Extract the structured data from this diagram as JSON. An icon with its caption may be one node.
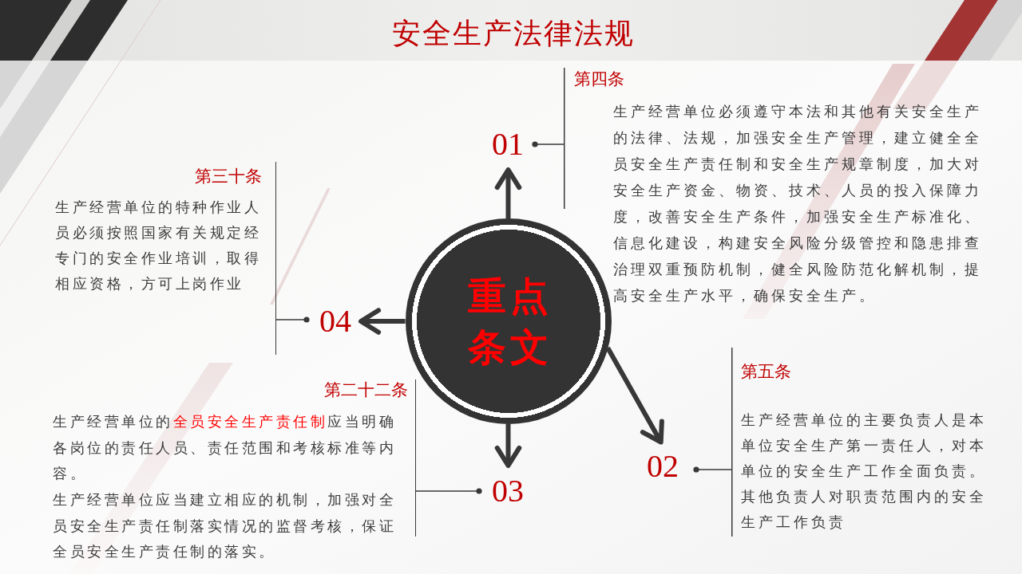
{
  "diagram": {
    "title": "安全生产法律法规",
    "nodes": [
      {
        "text": [
          "重点条文"
        ]
      },
      {
        "text": [
          "01"
        ]
      },
      {
        "text": [
          "02"
        ]
      },
      {
        "text": [
          "03"
        ]
      },
      {
        "text": [
          "04"
        ]
      },
      {
        "text": [
          "第四条",
          "生产经营单位必须遵守本法和其他有关安全生产的法律、法规，加强安全生产管理，建立健全全员安全生产责任制和安全生产规章制度，加大对安全生产资金、物资、技术、人员的投入保障力度，改善安全生产条件，加强安全生产标准化、信息化建设，构建安全风险分级管控和隐患排查治理双重预防机制，健全风险防范化解机制，提高安全生产水平，确保安全生产。"
        ]
      },
      {
        "text": [
          "第五条",
          "生产经营单位的主要负责人是本单位安全生产第一责任人，对本单位的安全生产工作全面负责。其他负责人对职责范围内的安全生产工作负责"
        ]
      },
      {
        "text": [
          "第二十二条",
          "生产经营单位的**全员安全生产责任制**应当明确各岗位的责任人员、责任范围和考核标准等内容。",
          "生产经营单位应当建立相应的机制，加强对全员安全生产责任制落实情况的监督考核，保证全员安全生产责任制的落实。"
        ]
      },
      {
        "text": [
          "第三十条",
          "生产经营单位的特种作业人员必须按照国家有关规定经专门的安全作业培训，取得相应资格，方可上岗作业"
        ]
      }
    ],
    "edges": [
      {
        "from": 0,
        "to": 1,
        "arrow": "to",
        "style": "thick"
      },
      {
        "from": 0,
        "to": 2,
        "arrow": "to",
        "style": "thick"
      },
      {
        "from": 0,
        "to": 3,
        "arrow": "to",
        "style": "thick"
      },
      {
        "from": 0,
        "to": 4,
        "arrow": "to",
        "style": "thick"
      },
      {
        "from": 1,
        "to": 5,
        "arrow": "other"
      },
      {
        "from": 2,
        "to": 6,
        "arrow": "other"
      },
      {
        "from": 3,
        "to": 7,
        "arrow": "other"
      },
      {
        "from": 4,
        "to": 8,
        "arrow": "other"
      }
    ]
  }
}
